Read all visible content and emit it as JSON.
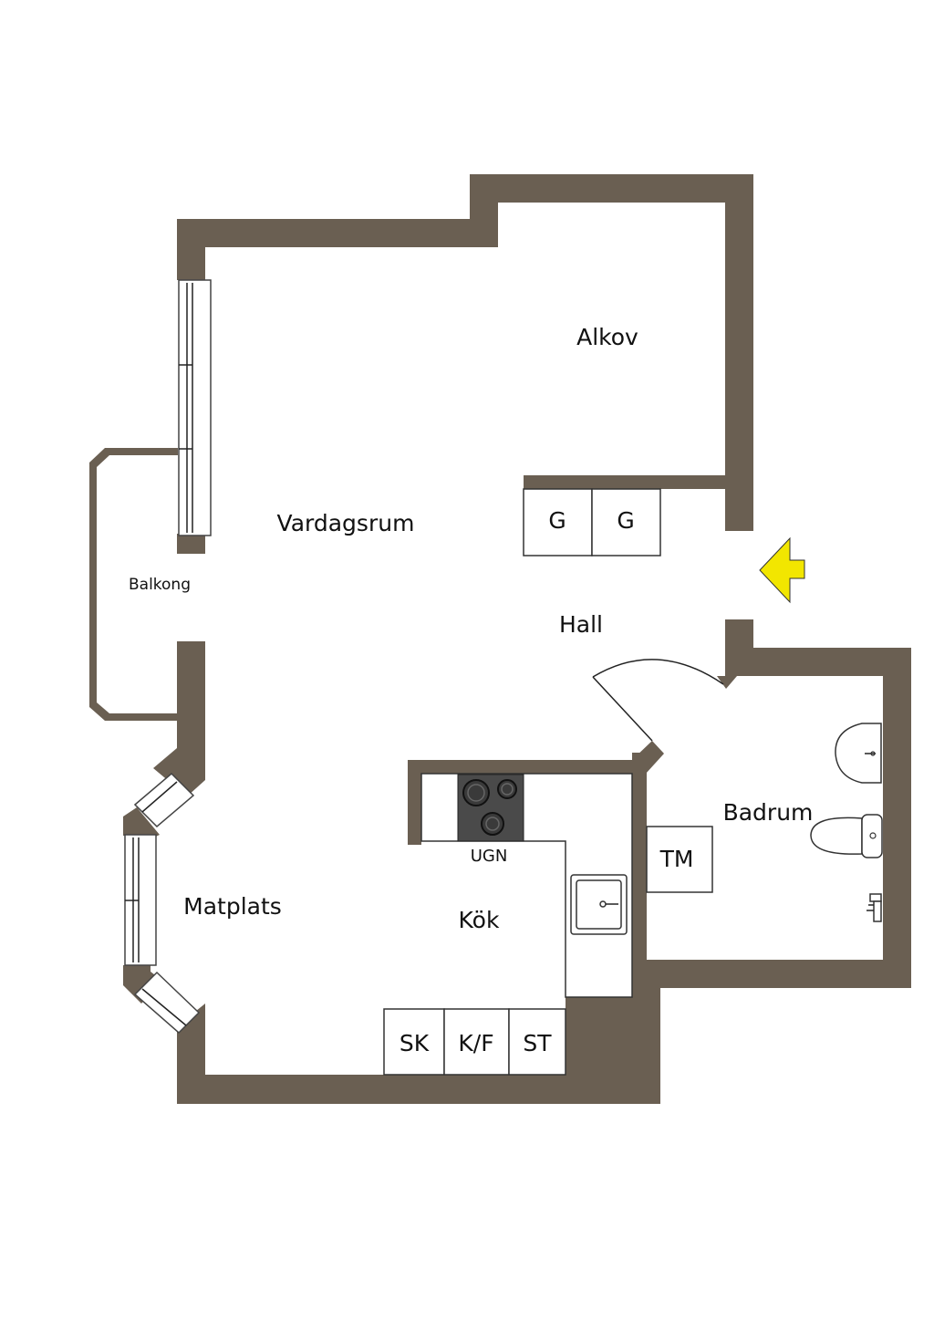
{
  "rooms": {
    "alkov": "Alkov",
    "vardagsrum": "Vardagsrum",
    "balkong": "Balkong",
    "hall": "Hall",
    "badrum": "Badrum",
    "matplats": "Matplats",
    "kok": "Kök"
  },
  "fixtures": {
    "wardrobe_1": "G",
    "wardrobe_2": "G",
    "washing_machine": "TM",
    "stove": "UGN",
    "cabinet_sk": "SK",
    "fridge_freezer": "K/F",
    "cabinet_st": "ST"
  },
  "colors": {
    "wall": "#6a5f52",
    "entrance_arrow": "#f2e600",
    "stove_top": "#4a4a4a"
  },
  "icons": {
    "entrance": "entrance-arrow-icon"
  }
}
